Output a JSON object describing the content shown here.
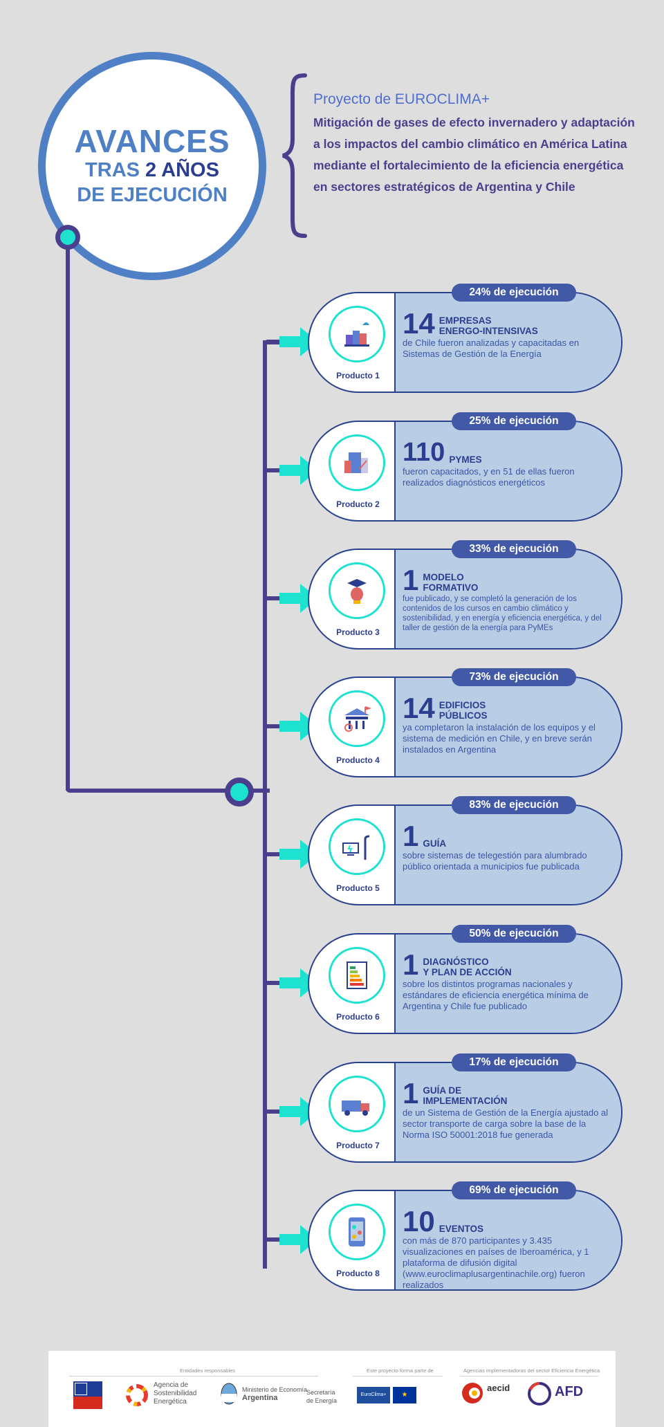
{
  "hero": {
    "line1": "AVANCES",
    "line2_pre": "TRAS ",
    "line2_bold": "2 AÑOS",
    "line3": "DE EJECUCIÓN"
  },
  "project": {
    "title": "Proyecto de EUROCLIMA+",
    "description": "Mitigación de gases de efecto invernadero y adaptación a los impactos del cambio climático en América Latina mediante el fortalecimiento de la eficiencia energética en sectores estratégicos de Argentina y Chile"
  },
  "products": [
    {
      "label": "Producto 1",
      "percent": "24% de ejecución",
      "number": "14",
      "caption_l1": "EMPRESAS",
      "caption_l2": "ENERGO-INTENSIVAS",
      "text": "de Chile fueron analizadas y capacitadas en Sistemas de Gestión de la Energía",
      "icon": "factory-icon"
    },
    {
      "label": "Producto 2",
      "percent": "25% de ejecución",
      "number": "110",
      "caption_l1": "PYMES",
      "caption_l2": "",
      "text": "fueron capacitados, y en 51 de ellas fueron realizados diagnósticos energéticos",
      "icon": "buildings-icon"
    },
    {
      "label": "Producto 3",
      "percent": "33% de ejecución",
      "number": "1",
      "caption_l1": "MODELO",
      "caption_l2": "FORMATIVO",
      "text": "fue publicado, y se completó la generación de los contenidos de los cursos en cambio climático y sostenibilidad, y en energía y eficiencia energética, y del taller de gestión de la energía para PyMEs",
      "icon": "graduation-bulb-icon"
    },
    {
      "label": "Producto 4",
      "percent": "73% de ejecución",
      "number": "14",
      "caption_l1": "EDIFICIOS",
      "caption_l2": "PÚBLICOS",
      "text": "ya completaron la instalación de los equipos y el sistema de medición en Chile, y en breve serán instalados en Argentina",
      "icon": "public-building-icon"
    },
    {
      "label": "Producto 5",
      "percent": "83% de ejecución",
      "number": "1",
      "caption_l1": "GUÍA",
      "caption_l2": "",
      "text": "sobre sistemas de telegestión para alumbrado público orientada a municipios fue publicada",
      "icon": "streetlight-monitor-icon"
    },
    {
      "label": "Producto 6",
      "percent": "50% de ejecución",
      "number": "1",
      "caption_l1": "DIAGNÓSTICO",
      "caption_l2": "Y PLAN DE ACCIÓN",
      "text": "sobre los distintos programas nacionales y estándares de eficiencia energética mínima de Argentina y Chile fue publicado",
      "icon": "energy-label-icon"
    },
    {
      "label": "Producto 7",
      "percent": "17% de ejecución",
      "number": "1",
      "caption_l1": "GUÍA DE",
      "caption_l2": "IMPLEMENTACIÓN",
      "text": "de un Sistema de Gestión de la Energía ajustado al sector transporte de carga sobre la base de la Norma ISO 50001:2018 fue generada",
      "icon": "truck-icon"
    },
    {
      "label": "Producto 8",
      "percent": "69% de ejecución",
      "number": "10",
      "caption_l1": "EVENTOS",
      "caption_l2": "",
      "text": "con más de 870 participantes y 3.435 visualizaciones en países de Iberoamérica, y 1 plataforma de difusión digital (www.euroclimaplusargentinachile.org) fueron realizados",
      "icon": "smartphone-icon"
    }
  ],
  "footer": {
    "cap1": "Entidades responsables",
    "cap2": "Este proyecto forma parte de",
    "cap3": "Agencias implementadoras del sector Eficiencia Energética",
    "logo_ase_l1": "Agencia de",
    "logo_ase_l2": "Sostenibilidad",
    "logo_ase_l3": "Energética",
    "logo_min_l1": "Ministerio de Economía",
    "logo_min_l2": "Argentina",
    "logo_sec_l1": "Secretaría",
    "logo_sec_l2": "de Energía",
    "logo_euro": "EuroClima+",
    "logo_aecid": "aecid",
    "logo_afd": "AFD"
  },
  "colors": {
    "accent": "#1de2d0",
    "navy": "#2b3d8f",
    "purple": "#4a3f8c",
    "blue": "#4f80c6",
    "panel": "#b9cde4"
  }
}
